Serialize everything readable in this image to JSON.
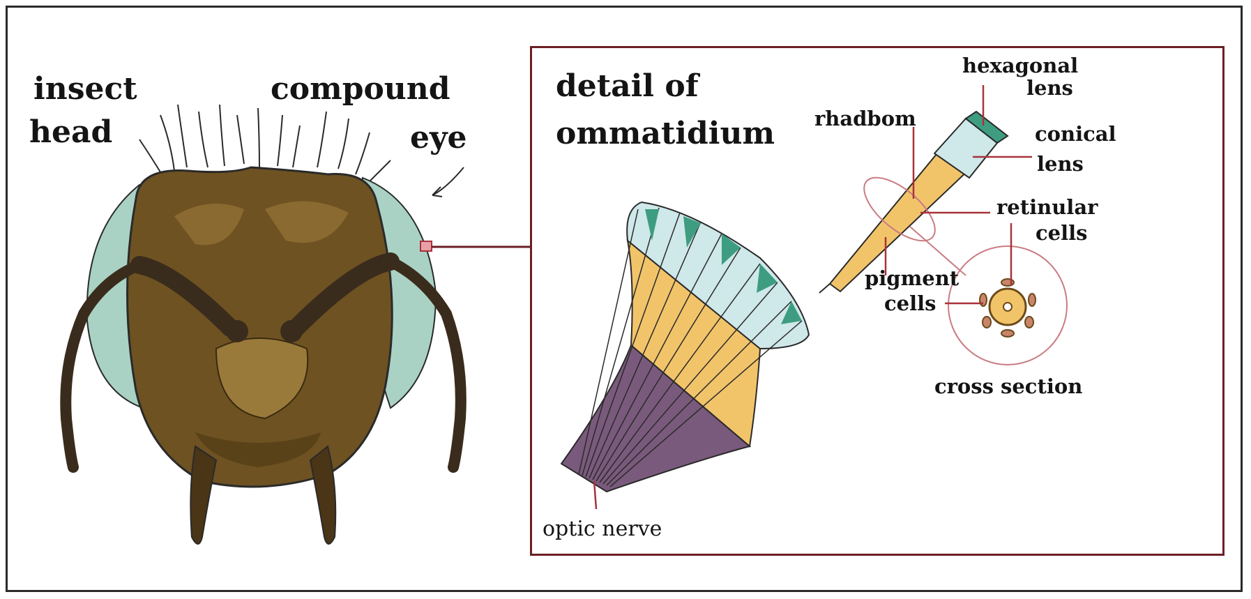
{
  "labels": {
    "insect_head_1": "insect",
    "insect_head_2": "head",
    "compound_1": "compound",
    "compound_2": "eye",
    "detail_1": "detail of",
    "detail_2": "ommatidium",
    "rhadbom": "rhadbom",
    "hexagonal_1": "hexagonal",
    "hexagonal_2": "lens",
    "conical_1": "conical",
    "conical_2": "lens",
    "retinular_1": "retinular",
    "retinular_2": "cells",
    "pigment_1": "pigment",
    "pigment_2": "cells",
    "cross_section": "cross section",
    "optic_nerve": "optic nerve"
  },
  "colors": {
    "head_brown": "#6e5222",
    "head_dark": "#4a3516",
    "eye_green": "#a9d2c4",
    "lens_teal": "#3e9d80",
    "lens_light": "#cfe8ea",
    "pigment_yellow": "#f2c46a",
    "nerve_purple": "#7a5a7c",
    "leader_red": "#a8323a"
  }
}
